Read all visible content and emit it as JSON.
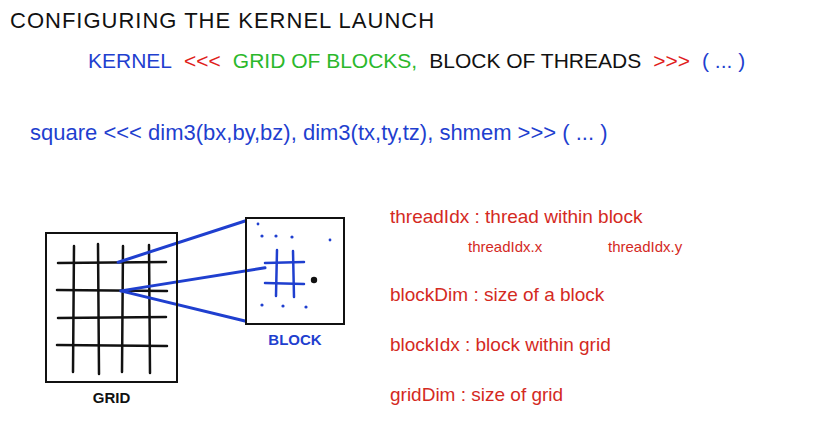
{
  "diagram": {
    "title": "CONFIGURING THE KERNEL LAUNCH",
    "nodes": [
      {
        "text": [
          "GRID"
        ]
      },
      {
        "text": [
          "BLOCK"
        ]
      }
    ],
    "edges": [
      {
        "from": 0,
        "to": 1,
        "arrow": "none"
      }
    ],
    "labels": [
      "KERNEL",
      "<<<",
      "GRID OF BLOCKS,",
      "BLOCK OF THREADS",
      ">>>",
      "( ... )",
      "square <<< dim3(bx,by,bz), dim3(tx,ty,tz), shmem >>> ( ... )",
      "threadIdx : thread within block",
      "threadIdx.x",
      "threadIdx.y",
      "blockDim : size of a block",
      "blockIdx : block within grid",
      "gridDim : size of grid"
    ]
  }
}
